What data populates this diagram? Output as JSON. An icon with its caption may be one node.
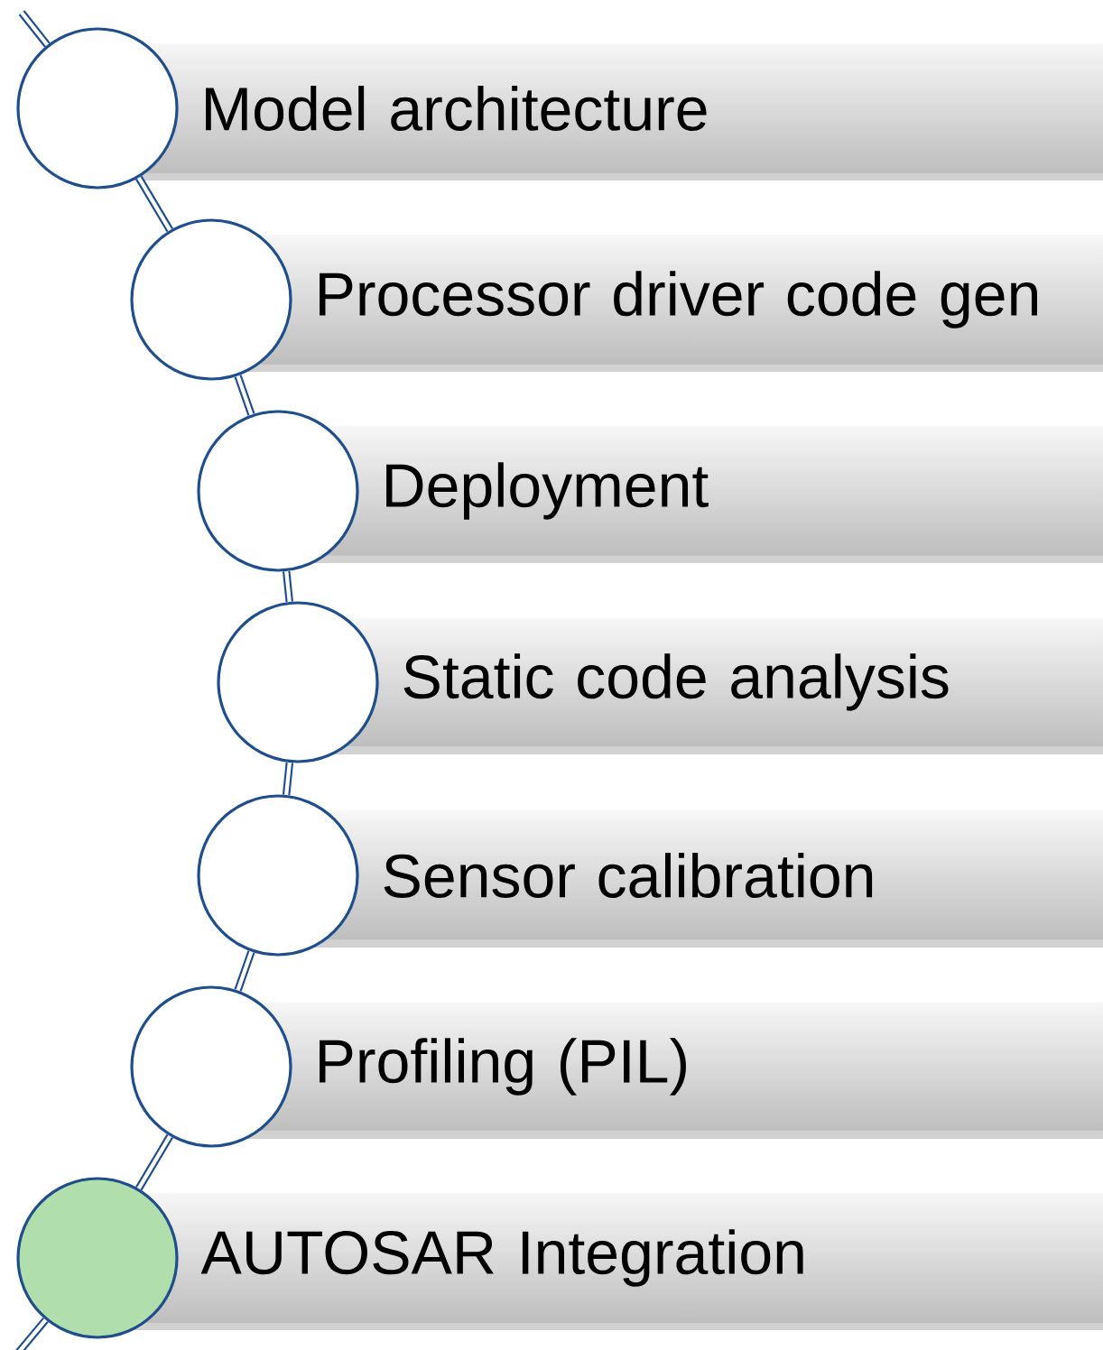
{
  "diagram": {
    "nodes": [
      {
        "text": [
          "Model architecture"
        ]
      },
      {
        "text": [
          "Processor driver code gen"
        ]
      },
      {
        "text": [
          "Deployment"
        ]
      },
      {
        "text": [
          "Static code analysis"
        ]
      },
      {
        "text": [
          "Sensor calibration"
        ]
      },
      {
        "text": [
          "Profiling (PIL)"
        ]
      },
      {
        "text": [
          "AUTOSAR Integration"
        ]
      },
      {
        "text": [],
        "shape": "circle"
      },
      {
        "text": [],
        "shape": "circle"
      },
      {
        "text": [],
        "shape": "circle"
      },
      {
        "text": [],
        "shape": "circle"
      },
      {
        "text": [],
        "shape": "circle"
      },
      {
        "text": [],
        "shape": "circle"
      },
      {
        "text": [],
        "shape": "circle"
      }
    ],
    "edges": [
      {
        "from": null,
        "to": 7,
        "arrow": "none"
      },
      {
        "from": 7,
        "to": 8,
        "arrow": "none"
      },
      {
        "from": 8,
        "to": 9,
        "arrow": "none"
      },
      {
        "from": 9,
        "to": 10,
        "arrow": "none"
      },
      {
        "from": 10,
        "to": 11,
        "arrow": "none"
      },
      {
        "from": 11,
        "to": 12,
        "arrow": "none"
      },
      {
        "from": 12,
        "to": 13,
        "arrow": "none"
      },
      {
        "from": 13,
        "to": null,
        "arrow": "none"
      }
    ]
  }
}
